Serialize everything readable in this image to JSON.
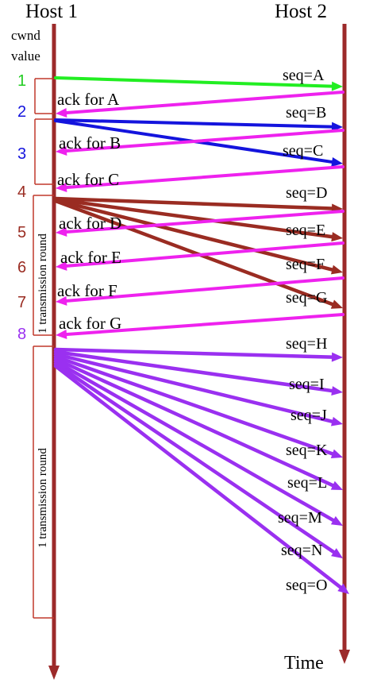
{
  "hosts": {
    "left": "Host 1",
    "right": "Host 2"
  },
  "cwnd_title": [
    "cwnd",
    "value"
  ],
  "time_label": "Time",
  "round_label": "1 transmission round",
  "colors": {
    "timeline": "#9c2a2a",
    "green": "#22ee22",
    "magenta": "#ee22ee",
    "blue": "#1414dd",
    "brown": "#9a2c22",
    "purple": "#9a30f0"
  },
  "cwnd_values": [
    {
      "label": "1",
      "color": "#22cc22"
    },
    {
      "label": "2",
      "color": "#1414dd"
    },
    {
      "label": "3",
      "color": "#1414dd"
    },
    {
      "label": "4",
      "color": "#9a2c22"
    },
    {
      "label": "5",
      "color": "#9a2c22"
    },
    {
      "label": "6",
      "color": "#9a2c22"
    },
    {
      "label": "7",
      "color": "#9a2c22"
    },
    {
      "label": "8",
      "color": "#9a30f0"
    }
  ],
  "segments": [
    "seq=A",
    "seq=B",
    "seq=C",
    "seq=D",
    "seq=E",
    "seq=F",
    "seq=G",
    "seq=H",
    "seq=I",
    "seq=J",
    "seq=K",
    "seq=L",
    "seq=M",
    "seq=N",
    "seq=O"
  ],
  "acks": [
    "ack for A",
    "ack for B",
    "ack for C",
    "ack for D",
    "ack for E",
    "ack for F",
    "ack for G"
  ]
}
